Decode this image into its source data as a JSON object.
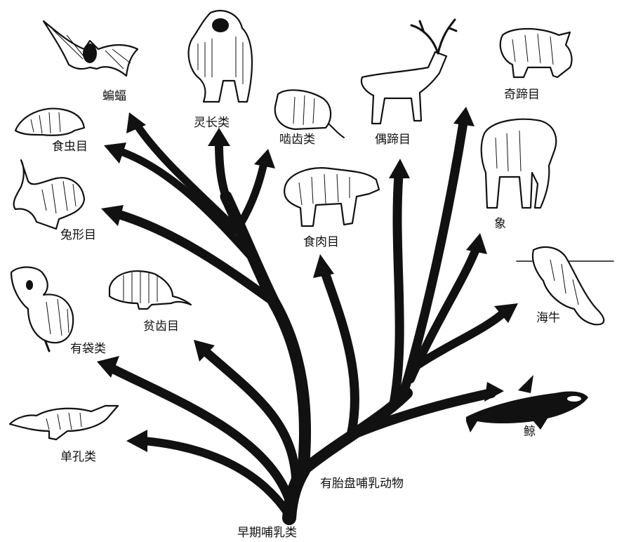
{
  "root_label": "早期哺乳类",
  "placental_label": "有胎盘哺乳动物",
  "groups": {
    "monotremes": "单孔类",
    "marsupials": "有袋类",
    "edentates": "贫齿目",
    "lagomorphs": "兔形目",
    "insectivores": "食虫目",
    "bats": "蝙蝠",
    "primates": "灵长类",
    "rodents": "啮齿类",
    "carnivores": "食肉目",
    "artiodactyls": "偶蹄目",
    "perissodactyls": "奇蹄目",
    "elephants": "象",
    "sea_cows": "海牛",
    "whales": "鲸"
  }
}
